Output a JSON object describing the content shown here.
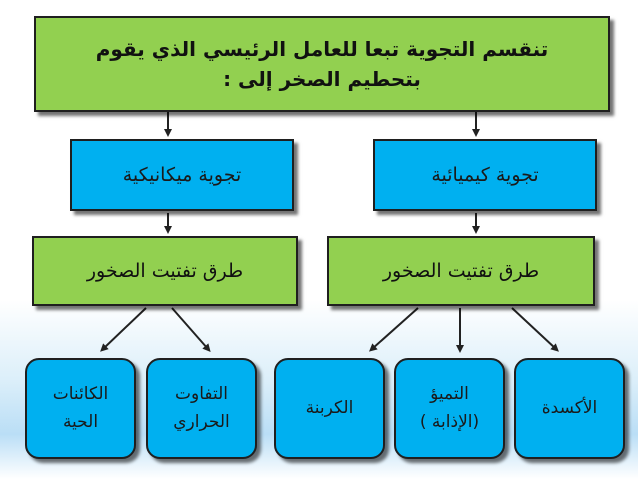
{
  "top": {
    "line1": "تنقسم التجوية تبعا للعامل الرئيسي الذي يقوم",
    "line2": "بتحطيم الصخر إلى :"
  },
  "types": {
    "mechanical": "تجوية ميكانيكية",
    "chemical": "تجوية كيميائية"
  },
  "methods": {
    "left": "طرق تفتيت الصخور",
    "right": "طرق تفتيت الصخور"
  },
  "leaves": {
    "living_line1": "الكائنات",
    "living_line2": "الحية",
    "thermal_line1": "التفاوت",
    "thermal_line2": "الحراري",
    "carbonation": "الكربنة",
    "hydrolysis_line1": "التميؤ",
    "hydrolysis_line2": "(الإذابة )",
    "oxidation": "الأكسدة"
  },
  "colors": {
    "green": "#92D050",
    "blue": "#00B0F0"
  }
}
